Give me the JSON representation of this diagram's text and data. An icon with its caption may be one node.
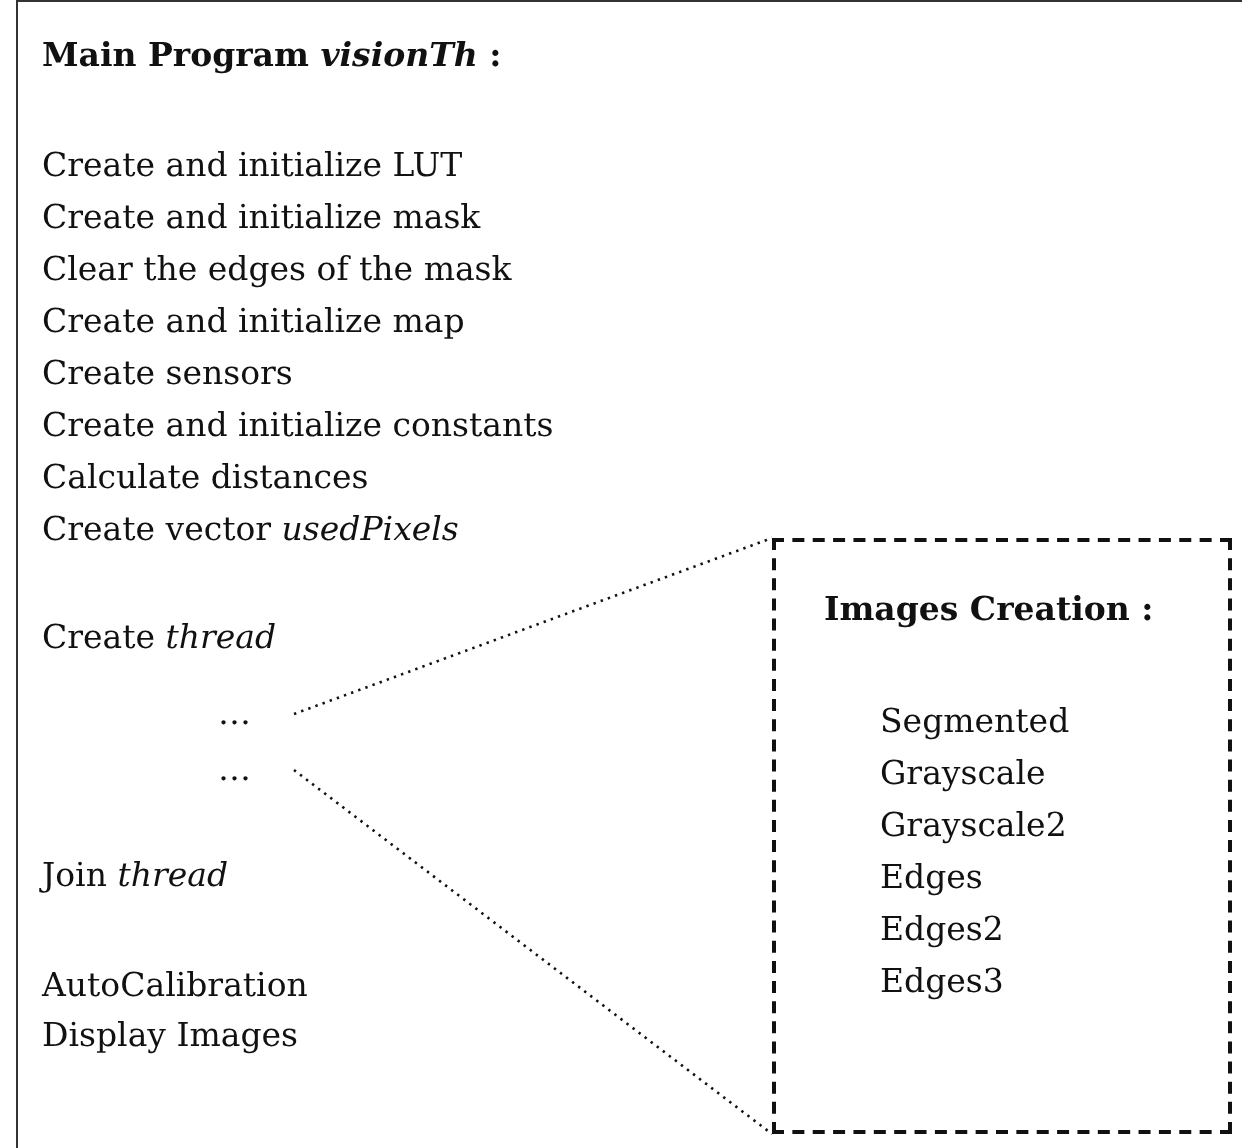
{
  "diagram": {
    "nodes": [
      {
        "text": [
          "Main Program *visionTh* :",
          "Create and initialize LUT",
          "Create and initialize mask",
          "Clear the edges of the mask",
          "Create and initialize map",
          "Create sensors",
          "Create and initialize constants",
          "Calculate distances",
          "Create vector *usedPixels*",
          "Create *thread*",
          "Join *thread*",
          "AutoCalibration",
          "Display Images"
        ]
      },
      {
        "text": [
          "…"
        ],
        "in": 0
      },
      {
        "text": [
          "…"
        ],
        "in": 0
      },
      {
        "text": [
          "Images Creation :",
          "Segmented",
          "Grayscale",
          "Grayscale2",
          "Edges",
          "Edges2",
          "Edges3"
        ],
        "in": 0
      }
    ],
    "edges": [
      {
        "from": 1,
        "to": 3,
        "arrow": "none",
        "style": "dashed"
      },
      {
        "from": 2,
        "to": 3,
        "arrow": "none",
        "style": "dashed"
      }
    ]
  }
}
